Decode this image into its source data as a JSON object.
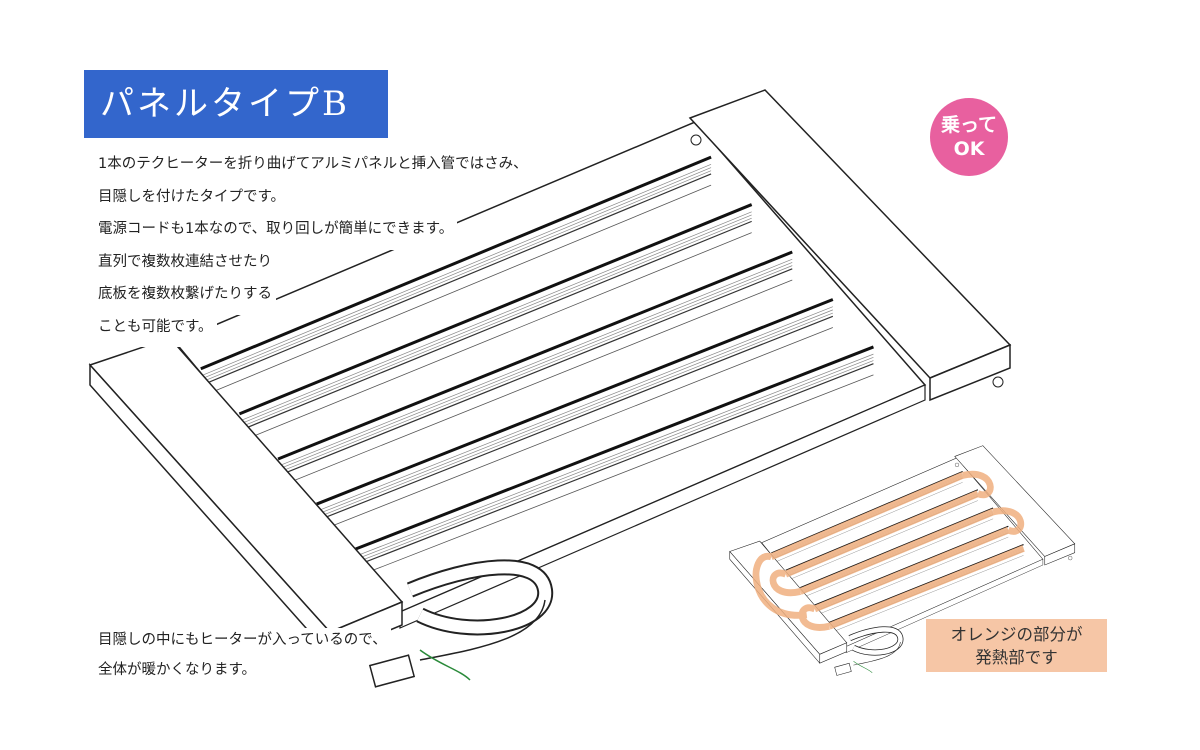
{
  "title": "パネルタイプB",
  "description": [
    "1本のテクヒーターを折り曲げてアルミパネルと挿入管ではさみ、",
    "目隠しを付けたタイプです。",
    "電源コードも1本なので、取り回しが簡単にできます。",
    "直列で複数枚連結させたり",
    "底板を複数枚繋げたりする",
    "ことも可能です。"
  ],
  "bottom_note": [
    "目隠しの中にもヒーターが入っているので、",
    "全体が暖かくなります。"
  ],
  "badge": {
    "line1": "乗って",
    "line2": "OK",
    "color": "#e8609f"
  },
  "heating_label": {
    "line1": "オレンジの部分が",
    "line2": "発熱部です",
    "color": "#f6c6a6"
  },
  "colors": {
    "title_bg": "#3366cc",
    "heater": "#f0b080"
  }
}
